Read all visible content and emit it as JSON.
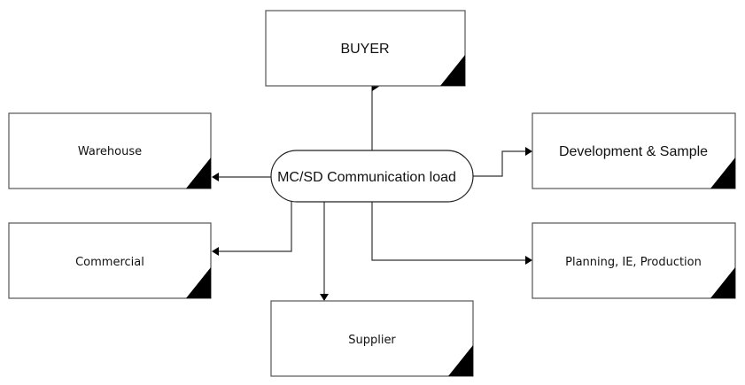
{
  "diagram": {
    "center": {
      "id": "center",
      "label": "MC/SD Communication load",
      "shape": "rounded-pill"
    },
    "nodes": [
      {
        "id": "buyer",
        "label": "BUYER",
        "shape": "rectangle-with-corner-marker"
      },
      {
        "id": "warehouse",
        "label": "Warehouse",
        "shape": "rectangle-with-corner-marker"
      },
      {
        "id": "development",
        "label": "Development & Sample",
        "shape": "rectangle-with-corner-marker"
      },
      {
        "id": "commercial",
        "label": "Commercial",
        "shape": "rectangle-with-corner-marker"
      },
      {
        "id": "planning",
        "label": "Planning, IE, Production",
        "shape": "rectangle-with-corner-marker"
      },
      {
        "id": "supplier",
        "label": "Supplier",
        "shape": "rectangle-with-corner-marker"
      }
    ],
    "edges": [
      {
        "from": "center",
        "to": "buyer",
        "arrow": "end"
      },
      {
        "from": "center",
        "to": "warehouse",
        "arrow": "end"
      },
      {
        "from": "center",
        "to": "development",
        "arrow": "end"
      },
      {
        "from": "center",
        "to": "commercial",
        "arrow": "end"
      },
      {
        "from": "center",
        "to": "planning",
        "arrow": "end"
      },
      {
        "from": "center",
        "to": "supplier",
        "arrow": "end"
      }
    ],
    "colors": {
      "stroke": "#555555",
      "corner_marker": "#000000",
      "text": "#111111",
      "background": "#ffffff"
    }
  }
}
